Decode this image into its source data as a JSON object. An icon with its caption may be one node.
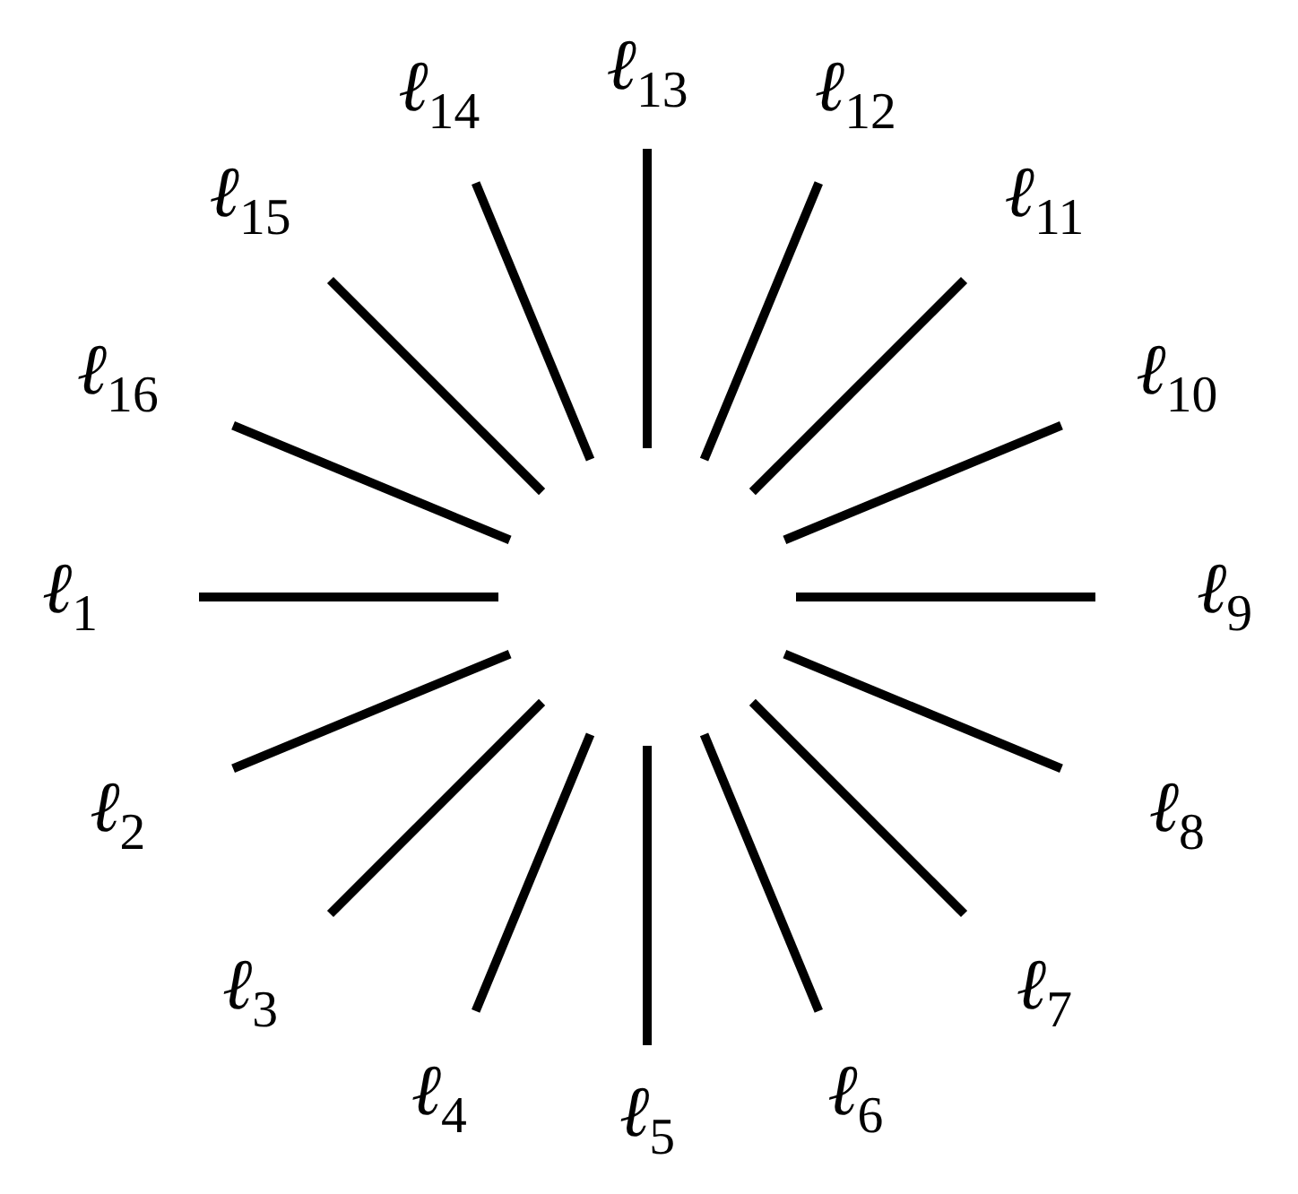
{
  "diagram": {
    "labels": [
      "ℓ$_{14}$",
      "ℓ$_{13}$",
      "ℓ$_{12}$",
      "ℓ$_{15}$",
      "ℓ$_{11}$",
      "ℓ$_{16}$",
      "ℓ$_{10}$",
      "ℓ$_{1}$",
      "ℓ$_{9}$",
      "ℓ$_{2}$",
      "ℓ$_{8}$",
      "ℓ$_{3}$",
      "ℓ$_{7}$",
      "ℓ$_{4}$",
      "ℓ$_{5}$",
      "ℓ$_{6}$"
    ]
  }
}
